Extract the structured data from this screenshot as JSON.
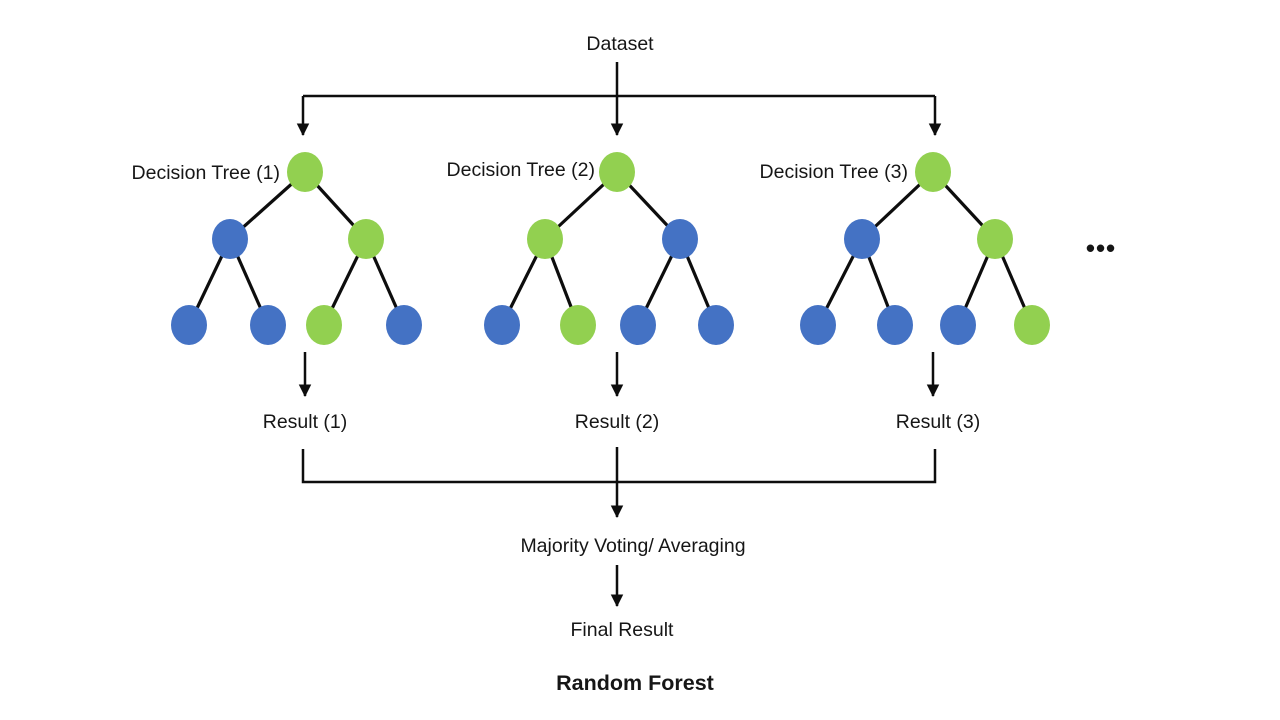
{
  "colors": {
    "node_green": "#92D050",
    "node_blue": "#4472C4",
    "line": "#0d0d0d",
    "text": "#161616",
    "background": "#ffffff"
  },
  "dataset": {
    "label": "Dataset"
  },
  "trees": [
    {
      "label": "Decision Tree (1)",
      "result": "Result (1)",
      "node_colors": [
        "#92D050",
        "#4472C4",
        "#92D050",
        "#4472C4",
        "#4472C4",
        "#92D050",
        "#4472C4"
      ]
    },
    {
      "label": "Decision Tree (2)",
      "result": "Result (2)",
      "node_colors": [
        "#92D050",
        "#92D050",
        "#4472C4",
        "#4472C4",
        "#92D050",
        "#4472C4",
        "#4472C4"
      ]
    },
    {
      "label": "Decision Tree (3)",
      "result": "Result (3)",
      "node_colors": [
        "#92D050",
        "#4472C4",
        "#92D050",
        "#4472C4",
        "#4472C4",
        "#4472C4",
        "#92D050"
      ]
    }
  ],
  "ellipsis": "•••",
  "aggregation": {
    "label": "Majority Voting/ Averaging"
  },
  "final": {
    "label": "Final Result"
  },
  "title": "Random Forest"
}
